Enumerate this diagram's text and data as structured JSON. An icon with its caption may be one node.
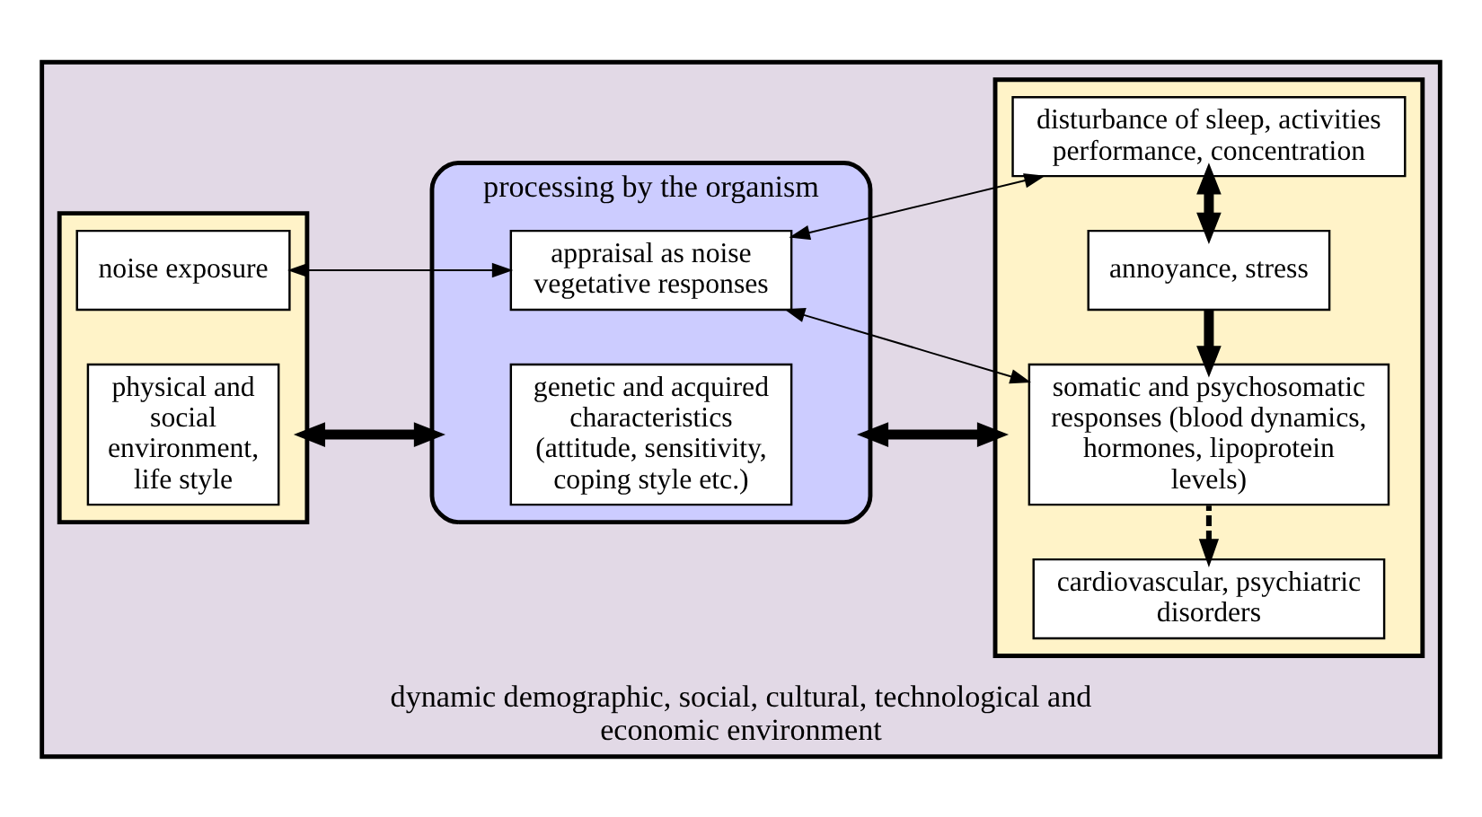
{
  "diagram": {
    "nodes": [
      {
        "text": [
          "dynamic demographic, social, cultural, technological and economic environment"
        ]
      },
      {
        "text": [],
        "shape": "box",
        "in": 0
      },
      {
        "text": [
          "noise exposure"
        ],
        "in": 1
      },
      {
        "text": [
          "physical and social environment, life style"
        ],
        "in": 1
      },
      {
        "text": [
          "processing by the organism"
        ],
        "in": 0
      },
      {
        "text": [
          "appraisal as noise vegetative responses"
        ],
        "in": 4
      },
      {
        "text": [
          "genetic and acquired characteristics (attitude, sensitivity, coping style etc.)"
        ],
        "in": 4
      },
      {
        "text": [],
        "shape": "box",
        "in": 0
      },
      {
        "text": [
          "disturbance of sleep, activities performance, concentration"
        ],
        "in": 7
      },
      {
        "text": [
          "annoyance, stress"
        ],
        "in": 7
      },
      {
        "text": [
          "somatic and psychosomatic responses (blood dynamics, hormones, lipoprotein levels)"
        ],
        "in": 7
      },
      {
        "text": [
          "cardiovascular, psychiatric disorders"
        ],
        "in": 7
      }
    ],
    "edges": [
      {
        "from": 2,
        "to": 5,
        "arrow": "both"
      },
      {
        "from": 5,
        "to": 8,
        "arrow": "both"
      },
      {
        "from": 8,
        "to": 9,
        "arrow": "both",
        "style": "thick"
      },
      {
        "from": 9,
        "to": 10,
        "arrow": "to",
        "style": "thick"
      },
      {
        "from": 10,
        "to": 11,
        "arrow": "to",
        "style": "dashed"
      },
      {
        "from": 5,
        "to": 10,
        "arrow": "both"
      },
      {
        "from": 1,
        "to": 4,
        "arrow": "both",
        "style": "thick"
      },
      {
        "from": 4,
        "to": 7,
        "arrow": "both",
        "style": "thick"
      }
    ]
  }
}
